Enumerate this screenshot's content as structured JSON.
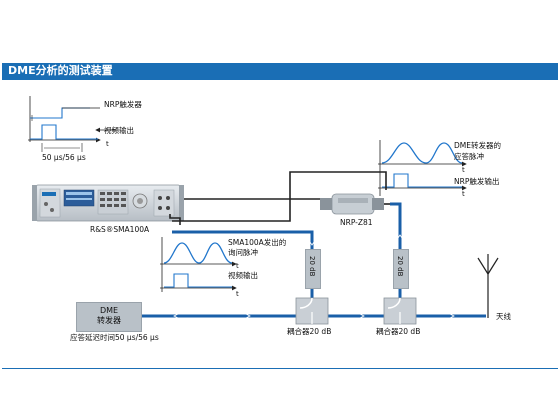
{
  "title": "DME分析的测试装置",
  "colors": {
    "accent_blue": "#1a6eb5",
    "cable_blue": "#1a5fa8",
    "device_gray": "#b9c1c8",
    "signal_blue": "#2277cc"
  },
  "labels": {
    "nrp_trigger": "NRP触发器",
    "video_out_1": "视频输出",
    "t_1": "t",
    "time_interval": "50 µs/56 µs",
    "generator": "R&S®SMA100A",
    "sensor": "NRP-Z81",
    "dme_reply": "DME转发器的",
    "reply_pulse": "应答脉冲",
    "t_2": "t",
    "nrp_trigger_out": "NRP触发输出",
    "t_3": "t",
    "sma_interrogation_1": "SMA100A发出的",
    "sma_interrogation_2": "询问脉冲",
    "t_4": "t",
    "video_out_2": "视频输出",
    "t_5": "t",
    "att1": "20 dB",
    "att2": "20 dB",
    "dme_box_line1": "DME",
    "dme_box_line2": "转发器",
    "reply_delay": "应答延迟时间50 µs/56 µs",
    "coupler1": "耦合器20 dB",
    "coupler2": "耦合器20 dB",
    "antenna": "天线"
  }
}
